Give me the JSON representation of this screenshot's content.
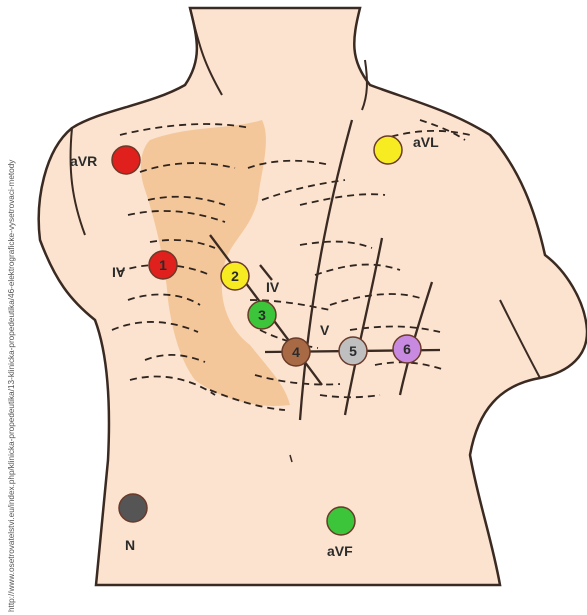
{
  "source_credit": "http://www.osetrovatelstvi.eu/index.php/klinicka-propedeutika/13-klinicka-propedeutika/46-elektrograficke-vysetrovaci-metody",
  "colors": {
    "skin": "#fbe3cf",
    "sternum": "#f4c79a",
    "outline": "#3a2a22",
    "dash": "#2f241e",
    "electrode_red": "#e0201c",
    "electrode_yellow": "#f7ec21",
    "electrode_green": "#3cc43a",
    "electrode_brown": "#a86a45",
    "electrode_gray": "#bfbfbf",
    "electrode_purple": "#c88ae0",
    "electrode_black": "#555555"
  },
  "limb_electrodes": [
    {
      "id": "avr",
      "label": "aVR",
      "color": "red"
    },
    {
      "id": "avl",
      "label": "aVL",
      "color": "yellow"
    },
    {
      "id": "n",
      "label": "N",
      "color": "black"
    },
    {
      "id": "avf",
      "label": "aVF",
      "color": "green"
    }
  ],
  "chest_electrodes": [
    {
      "number": "1",
      "color": "red"
    },
    {
      "number": "2",
      "color": "yellow"
    },
    {
      "number": "3",
      "color": "green"
    },
    {
      "number": "4",
      "color": "brown"
    },
    {
      "number": "5",
      "color": "gray"
    },
    {
      "number": "6",
      "color": "purple"
    }
  ],
  "intercostal_labels": {
    "left_iv": "IV",
    "right_iv": "IV",
    "v": "V"
  }
}
